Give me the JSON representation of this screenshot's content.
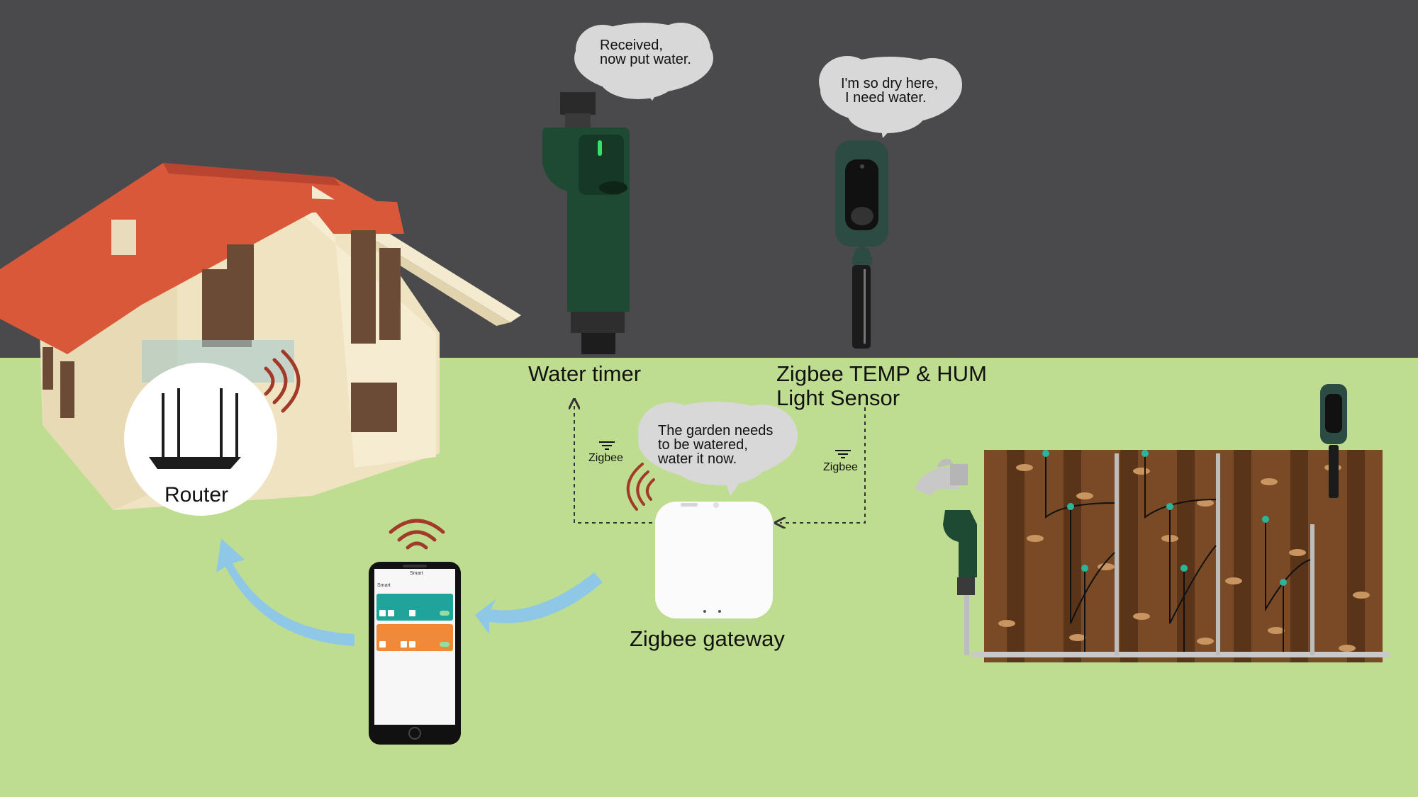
{
  "labels": {
    "water_timer": "Water timer",
    "sensor_line1": "Zigbee TEMP & HUM",
    "sensor_line2": "Light Sensor",
    "router": "Router",
    "gateway": "Zigbee gateway",
    "zigbee_left": "Zigbee",
    "zigbee_right": "Zigbee"
  },
  "bubbles": {
    "timer": [
      "Received,",
      "now put water."
    ],
    "sensor": [
      "I'm so dry here,",
      "I need water."
    ],
    "gateway": [
      "The garden needs",
      "to be watered,",
      "water it now."
    ]
  },
  "phone": {
    "title": "Smart",
    "section": "Smart"
  },
  "colors": {
    "sky": "#4a4a4c",
    "ground": "#bfdd90",
    "device_green": "#1e4a34",
    "wifi_red": "#a23a2a",
    "arrow_blue": "#8fc8e6",
    "card_teal": "#1fa39a",
    "card_orange": "#f08a3a"
  }
}
